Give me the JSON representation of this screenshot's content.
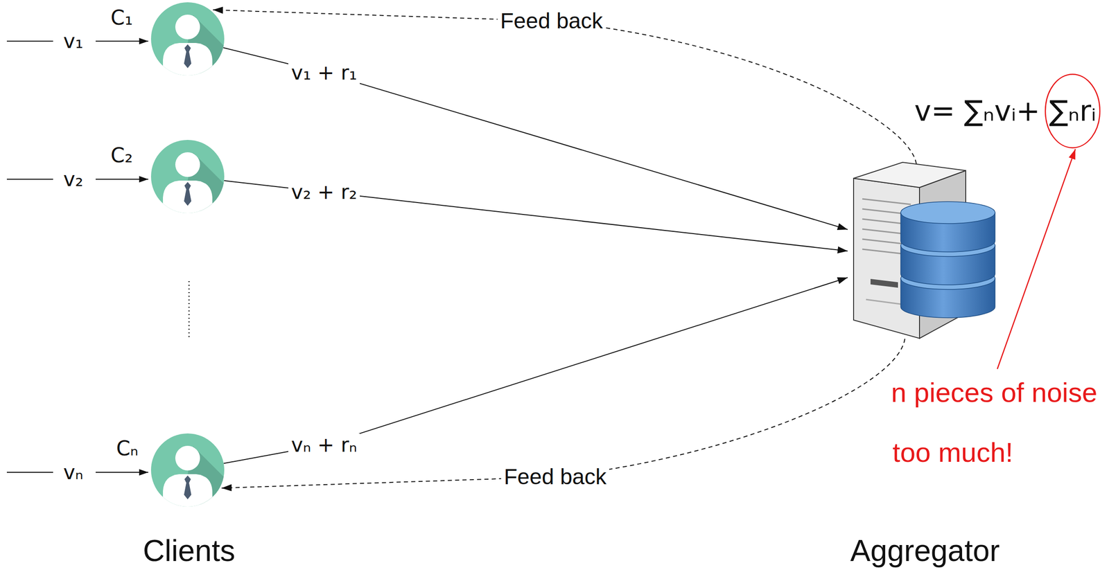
{
  "diagram": {
    "nodes": [
      {
        "text": [
          "C₁"
        ]
      },
      {
        "text": [
          "C₂"
        ]
      },
      {
        "text": [
          "Cₙ"
        ]
      },
      {
        "text": [
          "Aggregator"
        ]
      }
    ],
    "edges": [
      {
        "from": 0,
        "to": 3,
        "arrow": "to",
        "label": "v₁ + r₁"
      },
      {
        "from": 1,
        "to": 3,
        "arrow": "to",
        "label": "v₂ + r₂"
      },
      {
        "from": 2,
        "to": 3,
        "arrow": "to",
        "label": "vₙ + rₙ"
      },
      {
        "from": 3,
        "to": 0,
        "arrow": "to",
        "label": "Feed back"
      },
      {
        "from": 3,
        "to": 2,
        "arrow": "to",
        "label": "Feed back"
      }
    ],
    "labels": [
      "v₁",
      "v₂",
      "vₙ",
      "Clients",
      "v= ∑ₙvᵢ+ ∑ₙrᵢ",
      "n pieces of noise",
      "too much!"
    ]
  }
}
